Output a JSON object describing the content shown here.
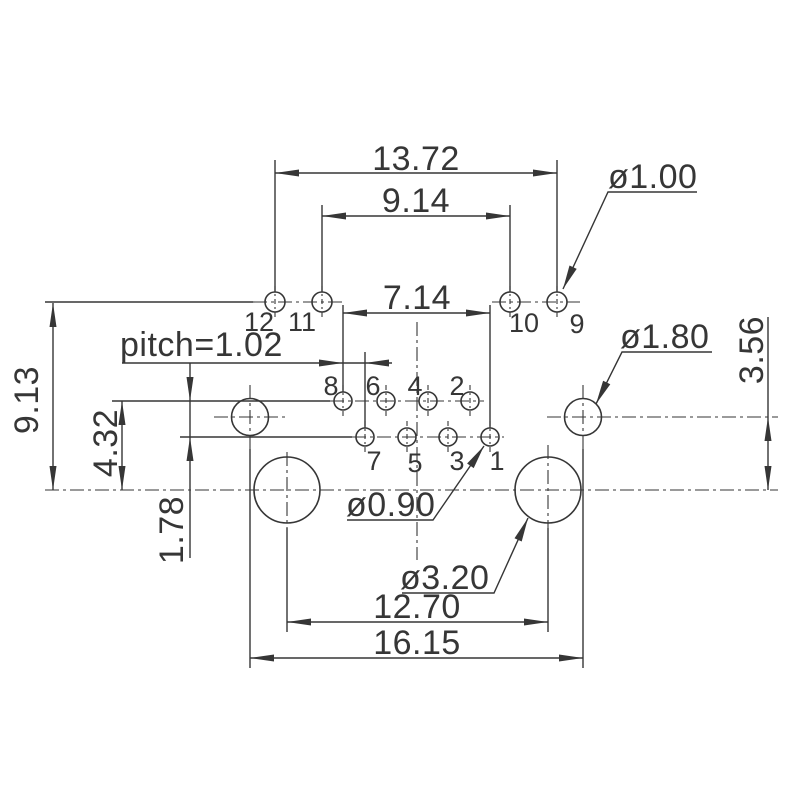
{
  "colors": {
    "line": "#363636",
    "background": "#ffffff"
  },
  "dims": {
    "w_top": "13.72",
    "w_inner_top": "9.14",
    "w_pin_span": "7.14",
    "pitch": "pitch=1.02",
    "h_overall": "9.13",
    "h_pin_to_mount": "4.32",
    "h_row_offset": "1.78",
    "h_side_to_mount": "3.56",
    "w_mount_span": "12.70",
    "w_side_span": "16.15",
    "dia_top_pin": "ø1.00",
    "dia_side_hole": "ø1.80",
    "dia_signal_pin": "ø0.90",
    "dia_mount_hole": "ø3.20"
  },
  "pins": {
    "top": [
      "12",
      "11",
      "10",
      "9"
    ],
    "row_upper": [
      "8",
      "6",
      "4",
      "2"
    ],
    "row_lower": [
      "7",
      "5",
      "3",
      "1"
    ]
  }
}
